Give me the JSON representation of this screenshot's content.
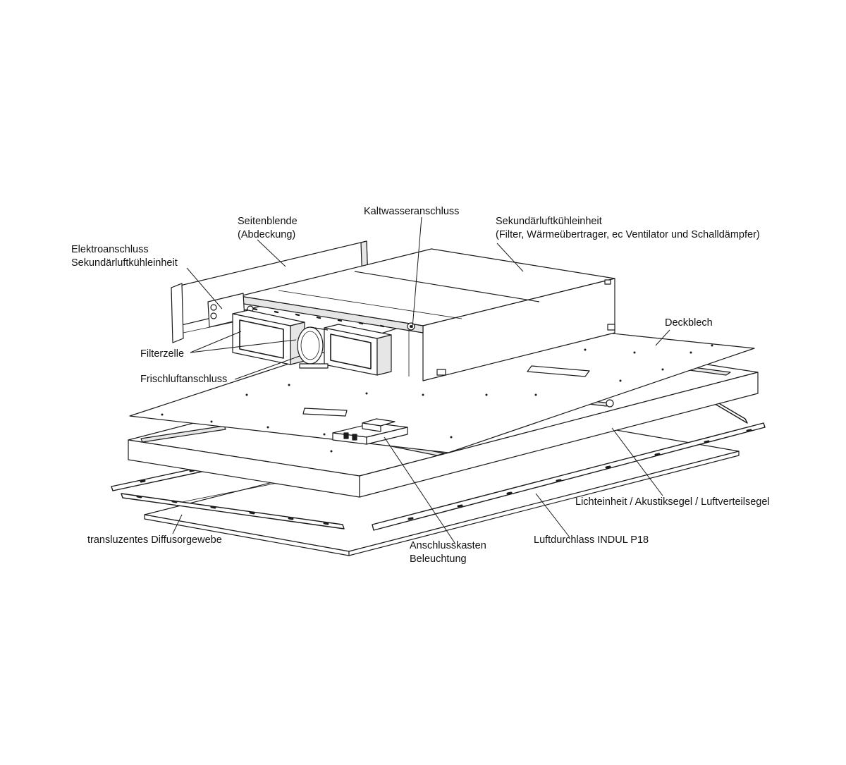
{
  "labels": {
    "seitenblende": [
      "Seitenblende",
      "(Abdeckung)"
    ],
    "kaltwasser": [
      "Kaltwasseranschluss"
    ],
    "sekundaer": [
      "Sekundärluftkühleinheit",
      "(Filter, Wärmeübertrager, ec Ventilator und Schalldämpfer)"
    ],
    "elektro": [
      "Elektroanschluss",
      "Sekundärluftkühleinheit"
    ],
    "deckblech": [
      "Deckblech"
    ],
    "filterzelle": [
      "Filterzelle"
    ],
    "frischluft": [
      "Frischluftanschluss"
    ],
    "lichteinheit": [
      "Lichteinheit / Akustiksegel / Luftverteilsegel"
    ],
    "diffusor": [
      "transluzentes Diffusorgewebe"
    ],
    "anschlusskasten": [
      "Anschlusskasten",
      "Beleuchtung"
    ],
    "luftdurchlass": [
      "Luftdurchlass INDUL P18"
    ]
  },
  "colors": {
    "line": "#1a1a1a",
    "face": "#ffffff",
    "shade": "#e6e6e6"
  }
}
